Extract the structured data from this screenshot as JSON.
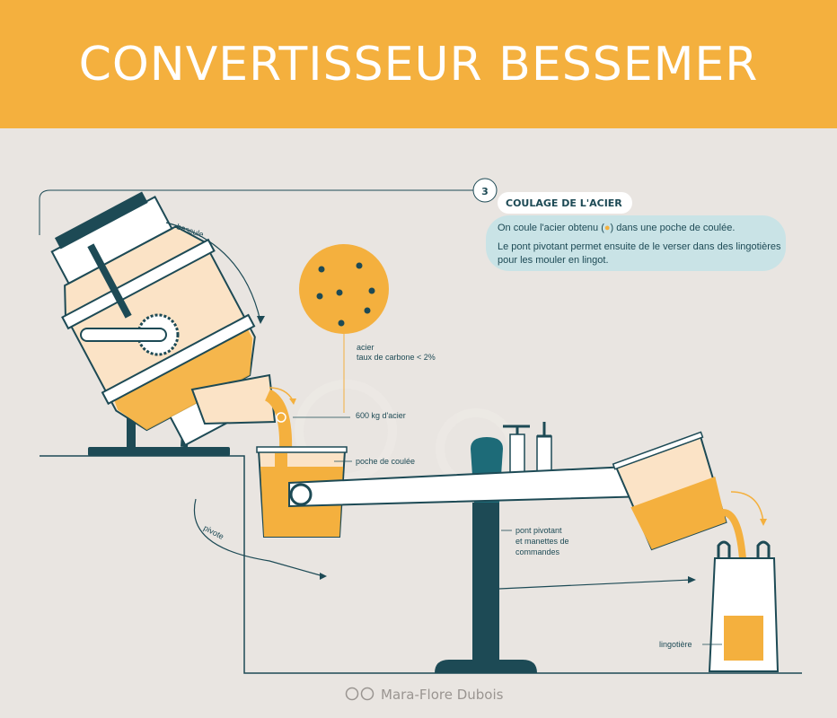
{
  "header": {
    "title": "CONVERTISSEUR BESSEMER"
  },
  "colors": {
    "banner": "#f4b03e",
    "background": "#e9e5e1",
    "teal": "#1d4a55",
    "orange": "#f4b03e",
    "cream": "#fbe3c6",
    "bubble": "#c9e3e6"
  },
  "step": {
    "number": "3",
    "title": "COULAGE DE L'ACIER",
    "text_line1_a": "On coule l'acier obtenu (",
    "text_line1_b": ") dans une poche de coulée.",
    "text_line2": "Le pont pivotant permet ensuite de le verser dans des lingotières",
    "text_line3": "pour les mouler en lingot."
  },
  "labels": {
    "bascule": "bascule",
    "acier": "acier",
    "carbone": "taux de  carbone < 2%",
    "quantity": "600 kg d'acier",
    "poche": "poche de coulée",
    "pont_line1": "pont pivotant",
    "pont_line2": "et manettes de",
    "pont_line3": "commandes",
    "pivote": "pivote",
    "lingotiere": "lingotière"
  },
  "icons": {
    "credit_logo": "creative-commons-icon"
  },
  "footer": {
    "credit": "Mara-Flore Dubois"
  }
}
